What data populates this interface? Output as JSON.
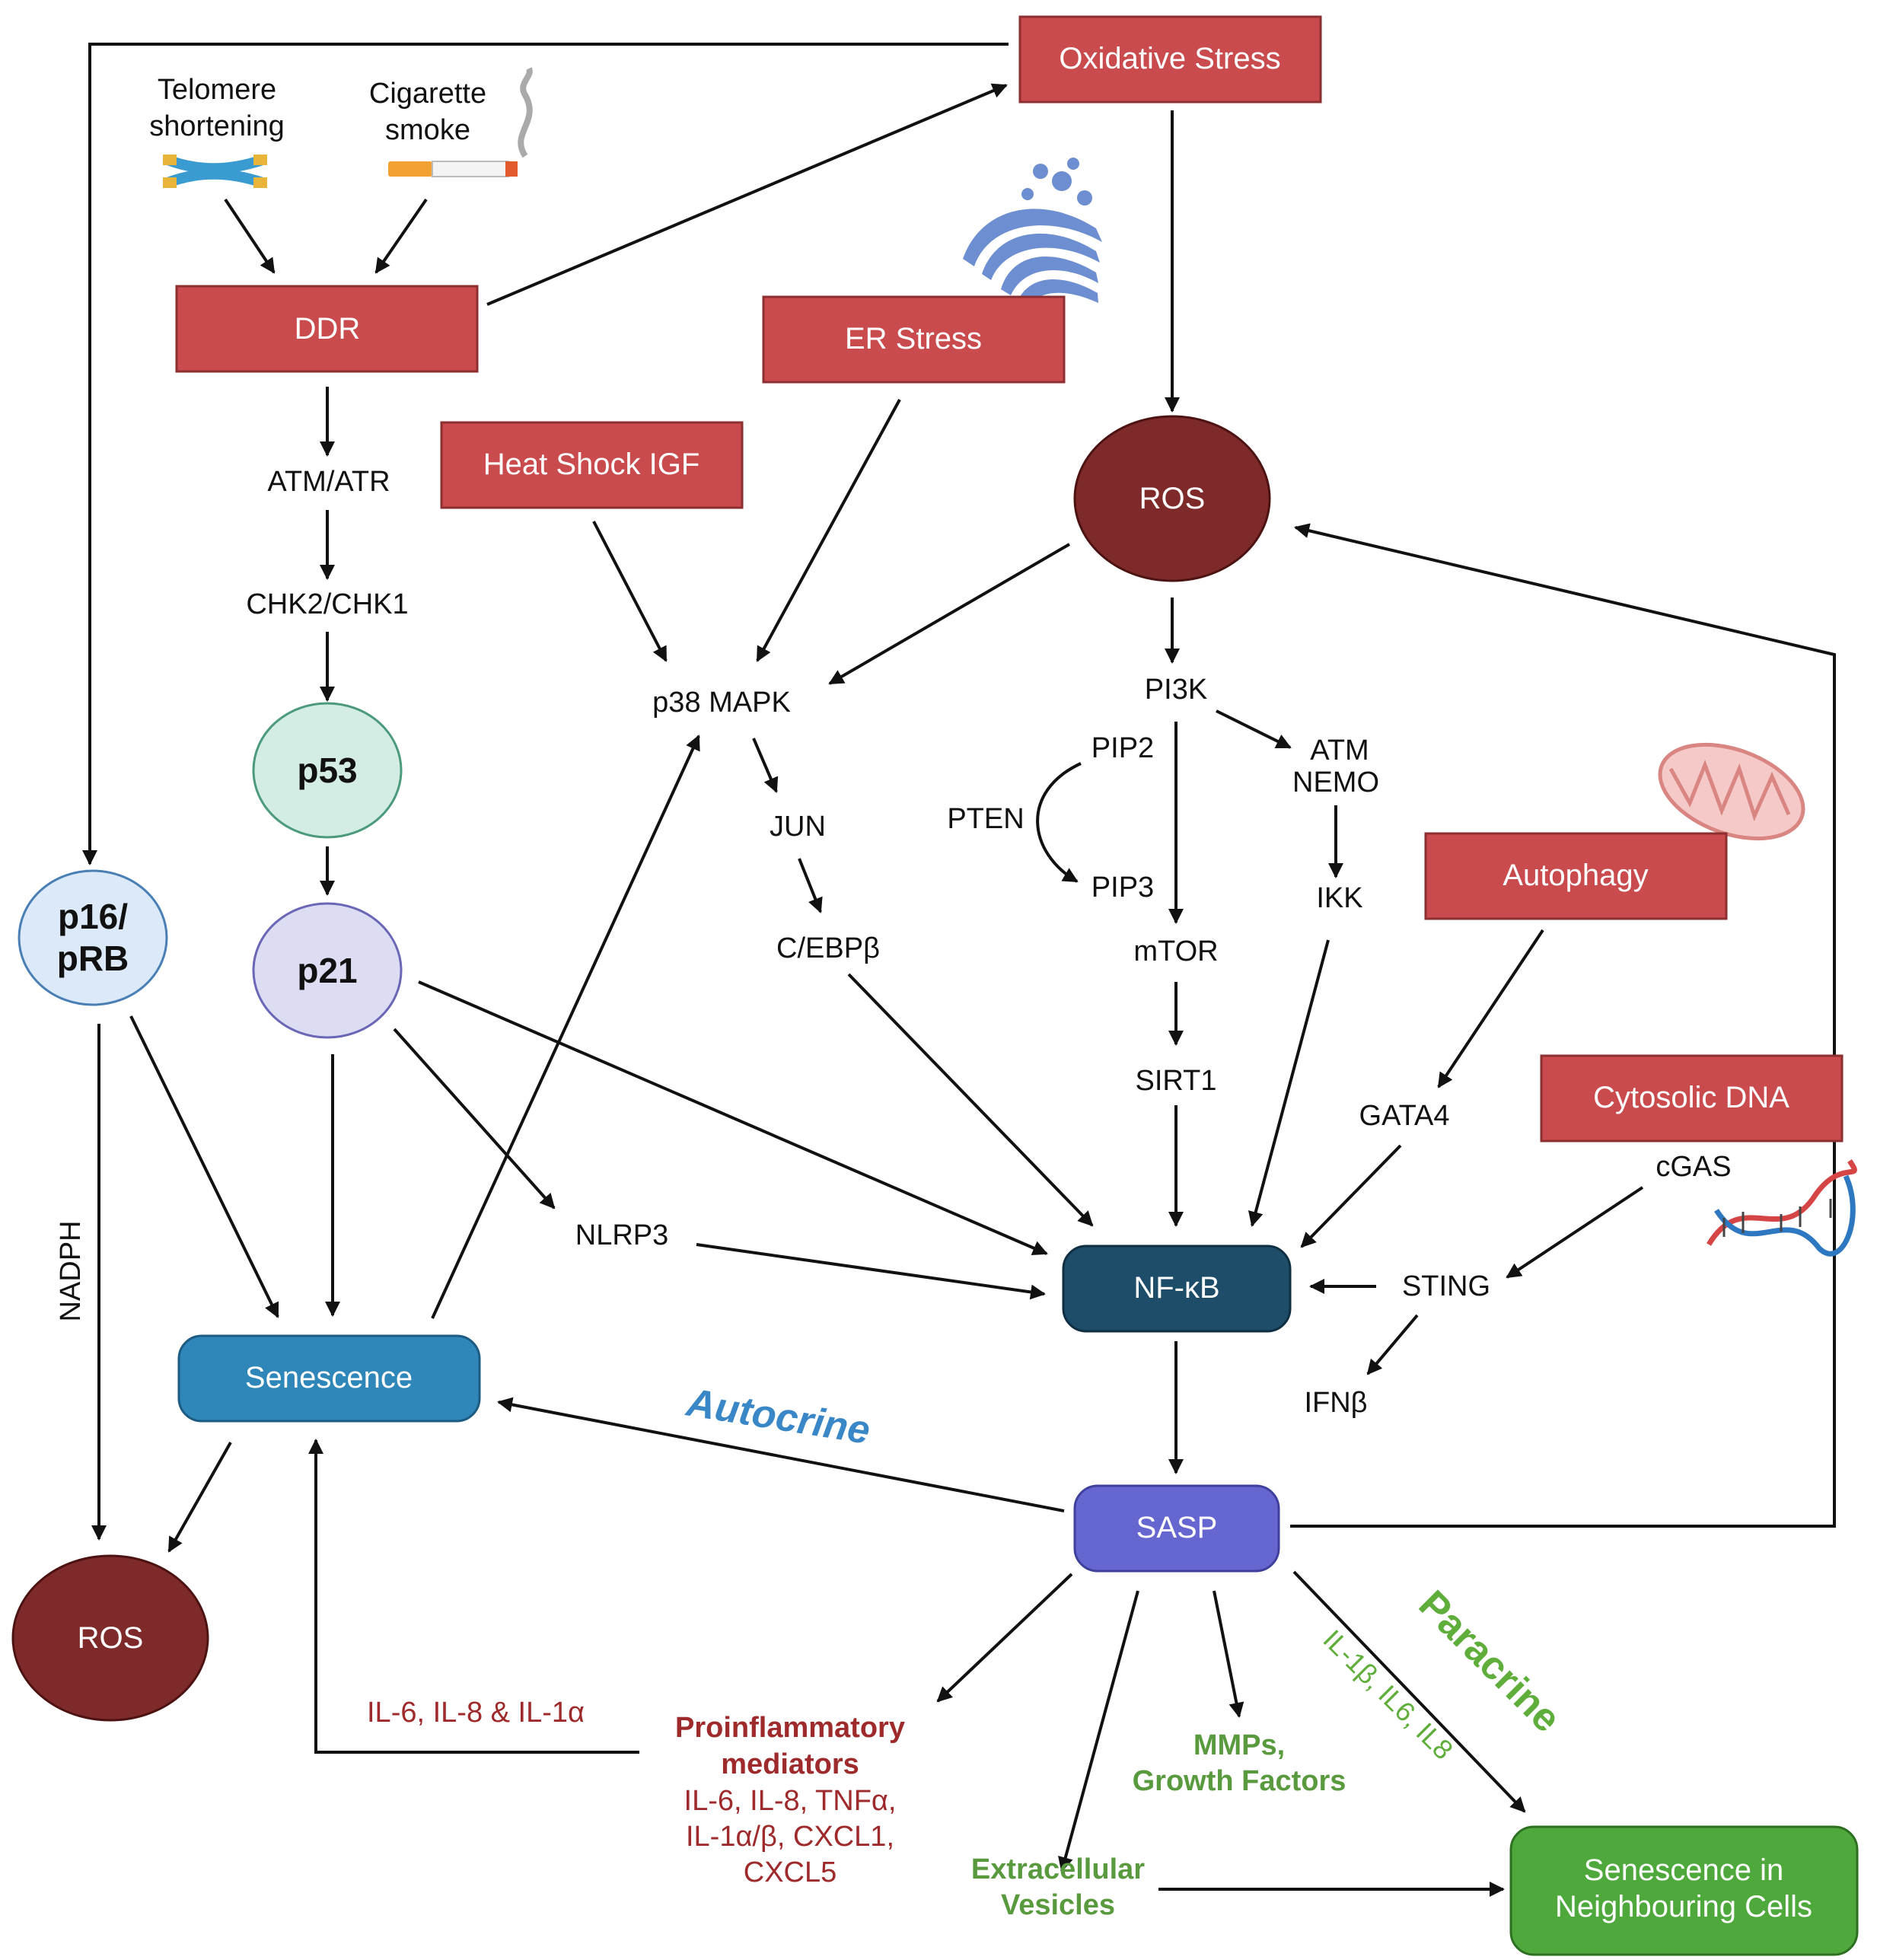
{
  "boxes": {
    "oxidative_stress": "Oxidative Stress",
    "ddr": "DDR",
    "er_stress": "ER Stress",
    "heat_shock_igf": "Heat Shock IGF",
    "autophagy": "Autophagy",
    "cytosolic_dna": "Cytosolic DNA"
  },
  "inputs": {
    "telomere": [
      "Telomere",
      "shortening"
    ],
    "cigarette": [
      "Cigarette",
      "smoke"
    ]
  },
  "nodes": {
    "ros_top": "ROS",
    "ros_bottom": "ROS",
    "p53": "p53",
    "p21": "p21",
    "p16": [
      "p16/",
      "pRB"
    ],
    "senescence": "Senescence",
    "nfkb": "NF-κB",
    "sasp": "SASP",
    "neighbour": [
      "Senescence in",
      "Neighbouring Cells"
    ]
  },
  "labels": {
    "atm_atr": "ATM/ATR",
    "chk": "CHK2/CHK1",
    "p38": "p38 MAPK",
    "jun": "JUN",
    "cebp": "C/EBPβ",
    "pi3k": "PI3K",
    "pip2": "PIP2",
    "pten": "PTEN",
    "pip3": "PIP3",
    "mtor": "mTOR",
    "sirt1": "SIRT1",
    "atm": "ATM",
    "nemo": "NEMO",
    "ikk": "IKK",
    "gata4": "GATA4",
    "cgas": "cGAS",
    "sting": "STING",
    "ifnb": "IFNβ",
    "nlrp3": "NLRP3",
    "nadph": "NADPH",
    "autocrine": "Autocrine",
    "paracrine": "Paracrine",
    "il_loop": "IL-6, IL-8 & IL-1α",
    "pro_title": [
      "Proinflammatory",
      "mediators"
    ],
    "pro_list": [
      "IL-6, IL-8, TNFα,",
      "IL-1α/β, CXCL1,",
      "CXCL5"
    ],
    "mmps": [
      "MMPs,",
      "Growth Factors"
    ],
    "ev": [
      "Extracellular",
      "Vesicles"
    ],
    "para_list": "IL-1β, IL6, IL8"
  },
  "colors": {
    "box_red": "#c94b4d",
    "ros_dark": "#7f2a2a",
    "p53_fill": "#d3ede5",
    "p21_fill": "#dcdcf3",
    "p16_fill": "#dbe9f8",
    "senescence_blue": "#2f86b8",
    "nfkb_navy": "#1e4d69",
    "sasp_purple": "#6666d0",
    "neighbour_green": "#4ea83c"
  }
}
